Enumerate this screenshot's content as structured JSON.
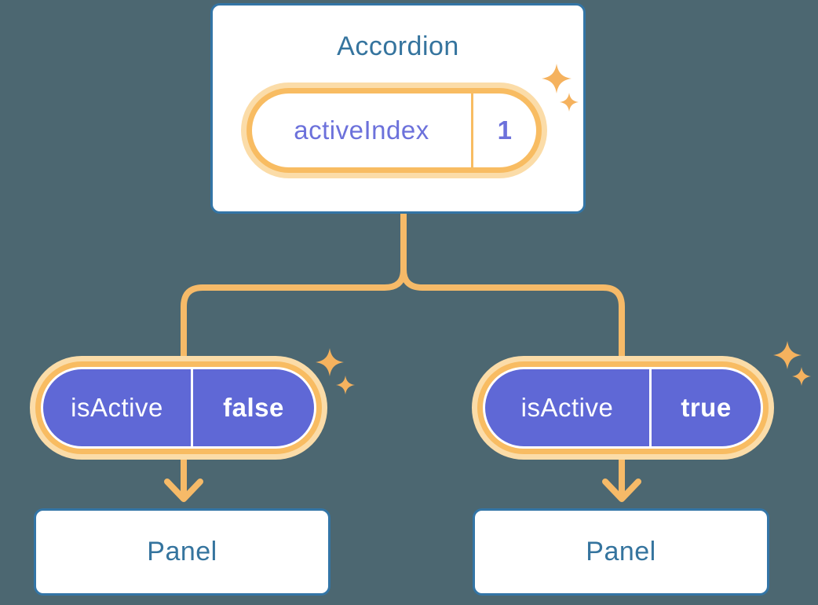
{
  "palette": {
    "bg": "#4C6771",
    "box-border": "#3375A6",
    "heading": "#35749E",
    "orange": "#F8BC62",
    "orange-line": "#F6BA68",
    "cream": "#FBDCA8",
    "purple": "#5F68D6",
    "purple-text": "#6C71DB",
    "sparkle": "#F5B25E"
  },
  "accordion": {
    "title": "Accordion",
    "state_pill": {
      "label": "activeIndex",
      "value": "1"
    }
  },
  "left_branch": {
    "prop_pill": {
      "label": "isActive",
      "value": "false"
    },
    "panel_label": "Panel"
  },
  "right_branch": {
    "prop_pill": {
      "label": "isActive",
      "value": "true"
    },
    "panel_label": "Panel"
  },
  "icons": {
    "sparkle": "✦",
    "arrow": "↓"
  }
}
